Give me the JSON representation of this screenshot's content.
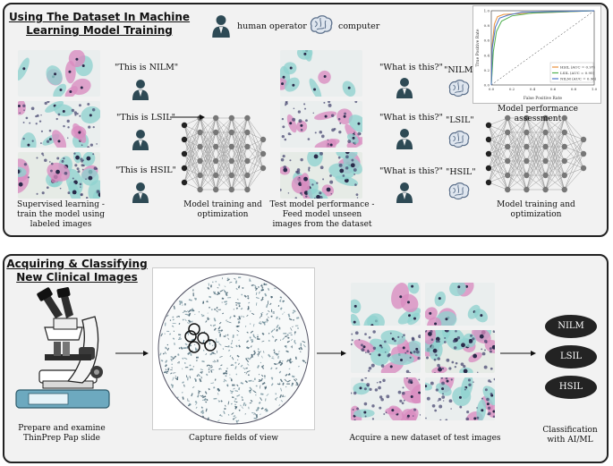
{
  "top": {
    "title_line1": "Using The Dataset In Machine",
    "title_line2": "Learning Model Training",
    "legend": {
      "human": "human operator",
      "computer": "computer"
    },
    "training_labels": [
      "\"This is NILM\"",
      "\"This is LSIL\"",
      "\"This is HSIL\""
    ],
    "supervised_caption": [
      "Supervised learning -",
      "train the model using",
      "labeled images"
    ],
    "training_caption": [
      "Model training and",
      "optimization"
    ],
    "test_caption": [
      "Test model performance -",
      "Feed model unseen",
      "images from the dataset"
    ],
    "question": "\"What is this?\"",
    "answers": [
      "\"NILM\"",
      "\"LSIL\"",
      "\"HSIL\""
    ],
    "assessment_caption": [
      "Model performance",
      "assessment"
    ],
    "roc_legend": [
      "HSIL (AUC = 0.97)",
      "LSIL (AUC = 0.95)",
      "NILM (AUC = 0.96)"
    ],
    "roc_xlabel": "False Positive Rate",
    "roc_ylabel": "True Positive Rate",
    "roc_ticks_y": [
      "1.0",
      "0.8",
      "0.6",
      "0.4",
      "0.2",
      "0.0"
    ],
    "roc_ticks_x": [
      "0.0",
      "0.2",
      "0.4",
      "0.6",
      "0.8",
      "1.0"
    ]
  },
  "bottom": {
    "title_line1": "Acquiring & Classifying",
    "title_line2": "New Clinical Images",
    "microscope_caption": [
      "Prepare and examine",
      "ThinPrep Pap slide"
    ],
    "fov_caption": "Capture fields of view",
    "dataset_caption": "Acquire a new dataset of test images",
    "classes": [
      "NILM",
      "LSIL",
      "HSIL"
    ],
    "classification_caption": [
      "Classification",
      "with AI/ML"
    ]
  },
  "colors": {
    "panel_bg": "#f2f2f2",
    "icon_dark": "#2e4a55",
    "pill": "#232323",
    "pink_stain": "#d98cc0",
    "cyan_stain": "#8fd2cf",
    "roc_hsil": "#e8913a",
    "roc_lsil": "#4fb04f",
    "roc_nilm": "#4a74c9"
  }
}
